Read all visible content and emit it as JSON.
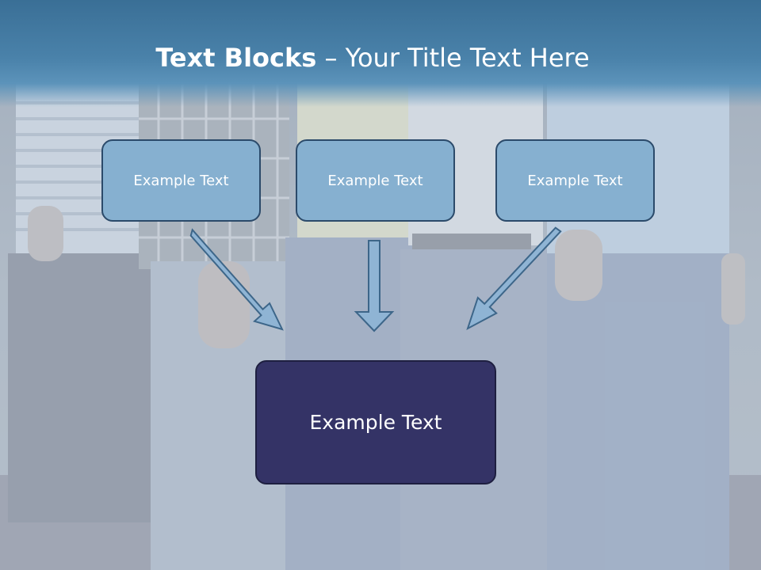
{
  "slide": {
    "title_bold": "Text Blocks",
    "title_rest": " – Your Title Text Here"
  },
  "blocks": {
    "left": "Example Text",
    "center": "Example Text",
    "right": "Example Text",
    "main": "Example Text"
  },
  "colors": {
    "title_band": "#3a6f96",
    "small_block_fill": "#86b0d0",
    "small_block_border": "#2b4a6a",
    "main_block_fill": "#343366",
    "arrow_fill": "#8fb4d4",
    "arrow_stroke": "#3d6689"
  }
}
